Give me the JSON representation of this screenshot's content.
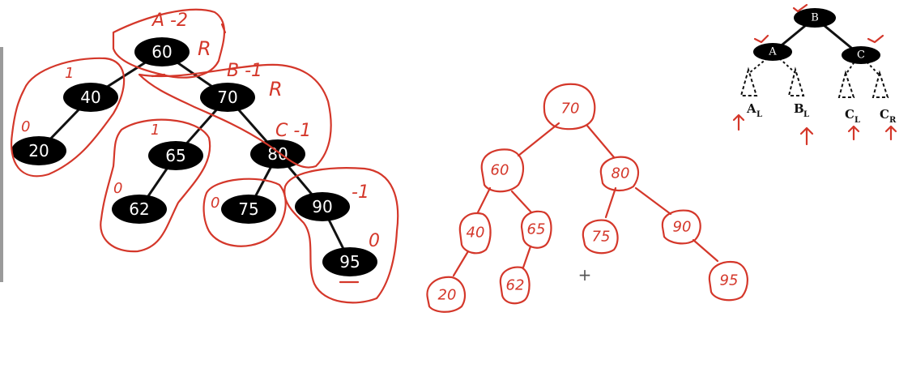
{
  "avl_tree": {
    "nodes": [
      "60",
      "40",
      "70",
      "20",
      "65",
      "80",
      "62",
      "75",
      "90",
      "95"
    ]
  },
  "annotations": {
    "a_balance": "A -2",
    "r_top": "R",
    "b_balance": "B -1",
    "r_b": "R",
    "c_balance": "C -1",
    "bf_40": "1",
    "bf_20": "0",
    "bf_65": "1",
    "bf_62": "0",
    "bf_75": "0",
    "bf_90": "-1",
    "bf_95": "0"
  },
  "rebalanced_tree": {
    "nodes": [
      "70",
      "60",
      "80",
      "40",
      "65",
      "75",
      "90",
      "20",
      "62",
      "95"
    ]
  },
  "rotation_reference": {
    "root": "B",
    "left": "A",
    "right": "C",
    "subtrees": [
      {
        "main": "A",
        "sub": "L"
      },
      {
        "main": "B",
        "sub": "L"
      },
      {
        "main": "C",
        "sub": "L"
      },
      {
        "main": "C",
        "sub": "R"
      }
    ]
  },
  "cursor": "+"
}
